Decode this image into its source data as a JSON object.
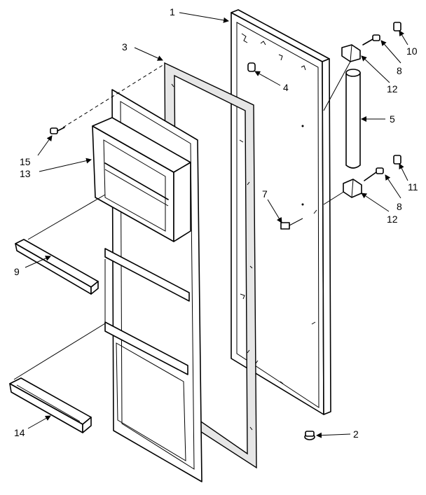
{
  "diagram": {
    "callouts": [
      {
        "id": "c1",
        "text": "1"
      },
      {
        "id": "c2",
        "text": "2"
      },
      {
        "id": "c3",
        "text": "3"
      },
      {
        "id": "c4",
        "text": "4"
      },
      {
        "id": "c5",
        "text": "5"
      },
      {
        "id": "c7",
        "text": "7"
      },
      {
        "id": "c8a",
        "text": "8"
      },
      {
        "id": "c8b",
        "text": "8"
      },
      {
        "id": "c9",
        "text": "9"
      },
      {
        "id": "c10",
        "text": "10"
      },
      {
        "id": "c11",
        "text": "11"
      },
      {
        "id": "c12a",
        "text": "12"
      },
      {
        "id": "c12b",
        "text": "12"
      },
      {
        "id": "c13",
        "text": "13"
      },
      {
        "id": "c14",
        "text": "14"
      },
      {
        "id": "c15",
        "text": "15"
      }
    ]
  }
}
